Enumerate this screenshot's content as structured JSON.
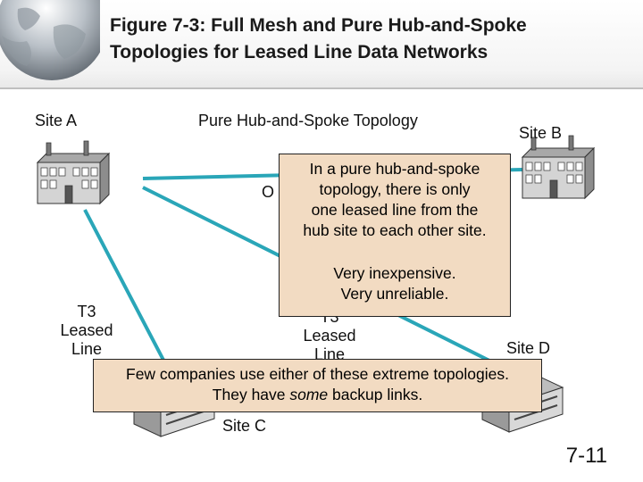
{
  "slide": {
    "title_line1": "Figure 7-3: Full Mesh and Pure Hub-and-Spoke",
    "title_line2": "Topologies for Leased Line Data Networks",
    "page_number": "7-11"
  },
  "diagram": {
    "heading": "Pure Hub-and-Spoke Topology",
    "sites": {
      "a": "Site A",
      "b": "Site B",
      "c": "Site C",
      "d": "Site D"
    },
    "link_labels": {
      "left": [
        "T3",
        "Leased",
        "Line"
      ],
      "middle": [
        "T3",
        "Leased",
        "Line"
      ],
      "partial_letter": "O"
    }
  },
  "callouts": {
    "hub_spoke": {
      "lines": [
        "In a pure hub-and-spoke",
        "topology, there is only",
        "one leased line from the",
        "hub site to each other site."
      ],
      "cost_lines": [
        "Very inexpensive.",
        "Very unreliable."
      ]
    },
    "extreme": {
      "line1": "Few companies use either of these extreme topologies.",
      "line2_before": "They have ",
      "line2_emphasis": "some",
      "line2_after": " backup links."
    }
  },
  "colors": {
    "link": "#2aa6b8",
    "callout_fill": "#f2dbc2",
    "building_wall": "#c9c9c9"
  }
}
